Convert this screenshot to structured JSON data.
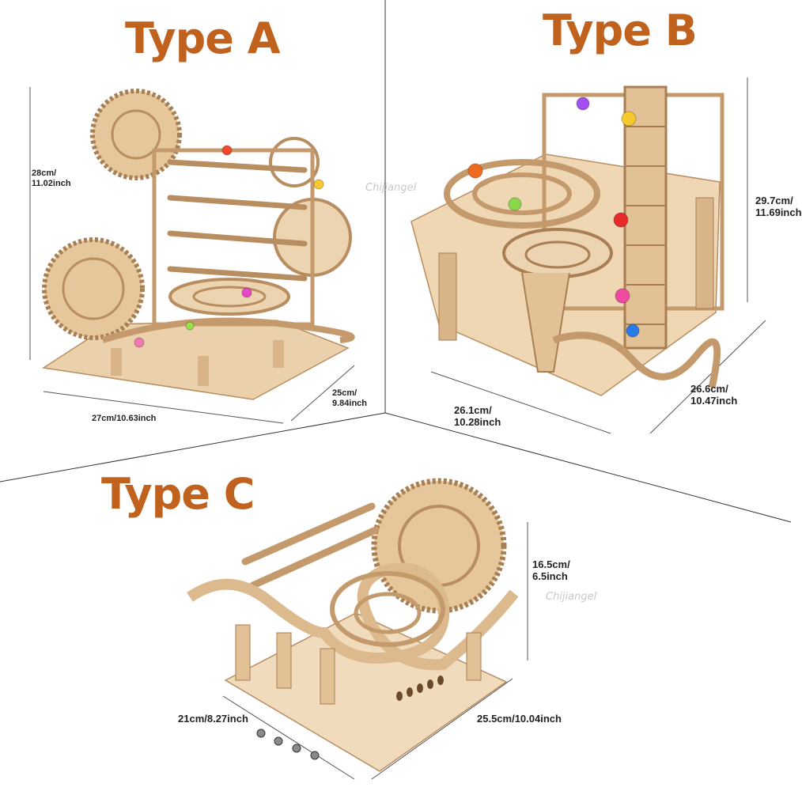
{
  "types": [
    {
      "id": "a",
      "title": "Type A",
      "dimensions": {
        "height": [
          "28cm/",
          "11.02inch"
        ],
        "width": "27cm/10.63inch",
        "depth": [
          "25cm/",
          "9.84inch"
        ]
      }
    },
    {
      "id": "b",
      "title": "Type B",
      "dimensions": {
        "height": [
          "29.7cm/",
          "11.69inch"
        ],
        "width": [
          "26.1cm/",
          "10.28inch"
        ],
        "depth": [
          "26.6cm/",
          "10.47inch"
        ]
      }
    },
    {
      "id": "c",
      "title": "Type C",
      "dimensions": {
        "height": [
          "16.5cm/",
          "6.5inch"
        ],
        "width": "21cm/8.27inch",
        "depth": "25.5cm/10.04inch"
      }
    }
  ],
  "watermark": "Chijiangel",
  "colors": {
    "title": "#c0621e",
    "wood_light": "#efd7b4",
    "wood_mid": "#ddb98e",
    "wood_dark": "#b88d60",
    "divider": "#333333"
  },
  "marbles": {
    "a": [
      "#f04a2a",
      "#f7c830",
      "#e848c8",
      "#9ae04a",
      "#f07ab0"
    ],
    "b": [
      "#a24ef0",
      "#f5c82c",
      "#f06a20",
      "#8ad84a",
      "#e82a2a",
      "#f04aa0",
      "#2a7ae8"
    ],
    "c": [
      "#8a8a8a",
      "#8a8a8a",
      "#8a8a8a",
      "#8a8a8a"
    ]
  }
}
